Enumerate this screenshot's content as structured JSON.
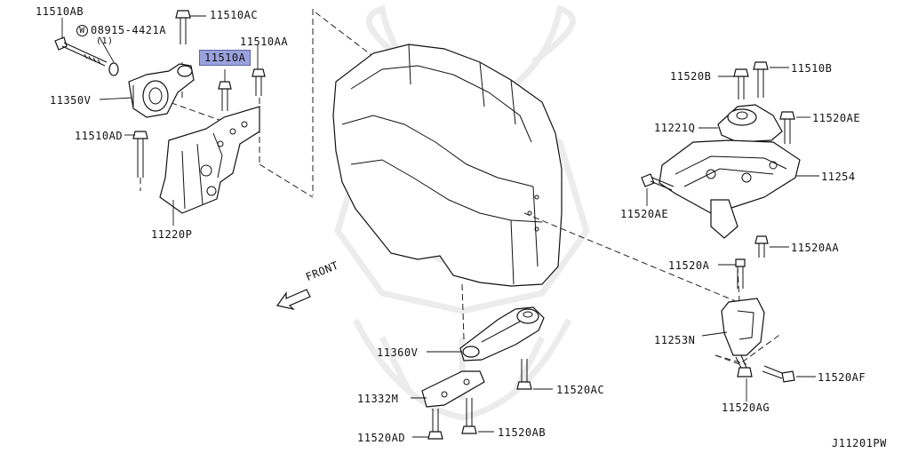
{
  "labels": {
    "p11510AB": "11510AB",
    "p08915": "08915-4421A",
    "p08915_qty": "(1)",
    "p11510AC": "11510AC",
    "p11510A": "11510A",
    "p11510AA": "11510AA",
    "p11350V": "11350V",
    "p11510AD": "11510AD",
    "p11220P": "11220P",
    "front": "FRONT",
    "p11520B": "11520B",
    "p11510B": "11510B",
    "p11221Q": "11221Q",
    "p11520AE_r": "11520AE",
    "p11254": "11254",
    "p11520AE_l": "11520AE",
    "p11520AA": "11520AA",
    "p11520A": "11520A",
    "p11253N": "11253N",
    "p11520AF": "11520AF",
    "p11520AG": "11520AG",
    "p11360V": "11360V",
    "p11332M": "11332M",
    "p11520AC": "11520AC",
    "p11520AD": "11520AD",
    "p11520AB": "11520AB",
    "diagram_code": "J11201PW"
  },
  "icons": {
    "washer_symbol": "W",
    "front_arrow": "front-arrow-icon"
  },
  "colors": {
    "highlight": "#9aa2dd",
    "line": "#111111",
    "watermark": "#ececec"
  }
}
